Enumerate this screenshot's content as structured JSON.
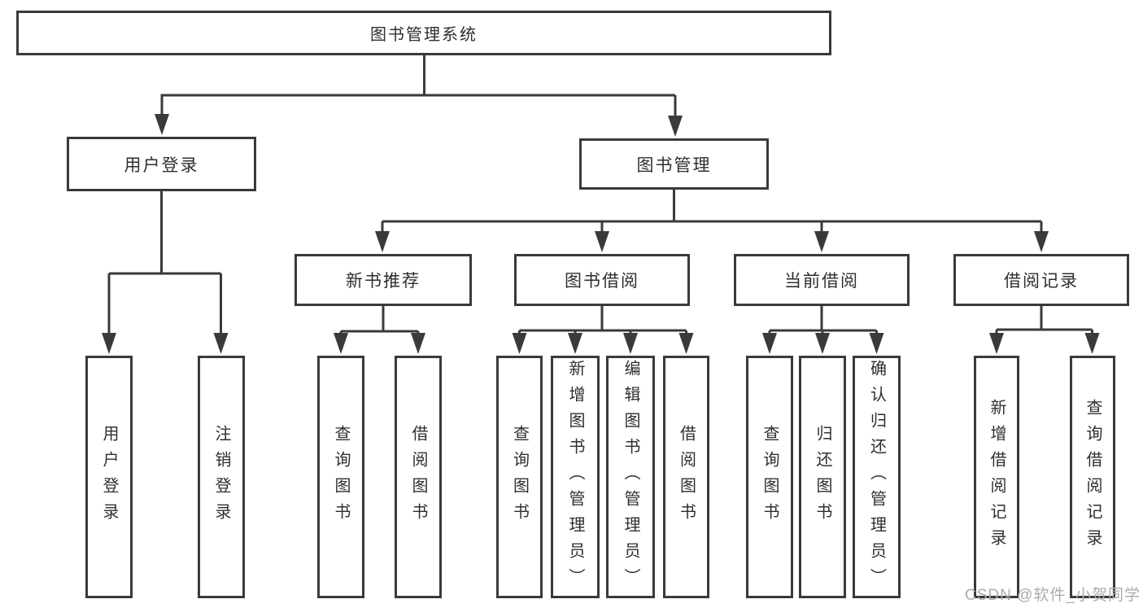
{
  "tree": {
    "label": "图书管理系统",
    "children": [
      {
        "label": "用户登录",
        "children": [
          {
            "label": "用户登录"
          },
          {
            "label": "注销登录"
          }
        ]
      },
      {
        "label": "图书管理",
        "children": [
          {
            "label": "新书推荐",
            "children": [
              {
                "label": "查询图书"
              },
              {
                "label": "借阅图书"
              }
            ]
          },
          {
            "label": "图书借阅",
            "children": [
              {
                "label": "查询图书"
              },
              {
                "label": "新增图书（管理员）"
              },
              {
                "label": "编辑图书（管理员）"
              },
              {
                "label": "借阅图书"
              }
            ]
          },
          {
            "label": "当前借阅",
            "children": [
              {
                "label": "查询图书"
              },
              {
                "label": "归还图书"
              },
              {
                "label": "确认归还（管理员）"
              }
            ]
          },
          {
            "label": "借阅记录",
            "children": [
              {
                "label": "新增借阅记录"
              },
              {
                "label": "查询借阅记录"
              }
            ]
          }
        ]
      }
    ]
  },
  "watermark": {
    "text": "CSDN @软件_小贺同学"
  },
  "colors": {
    "line": "#3a3a3a",
    "box_border": "#3a3a3a",
    "text": "#2f2f2f",
    "watermark": "#ababab",
    "background": "#ffffff"
  }
}
